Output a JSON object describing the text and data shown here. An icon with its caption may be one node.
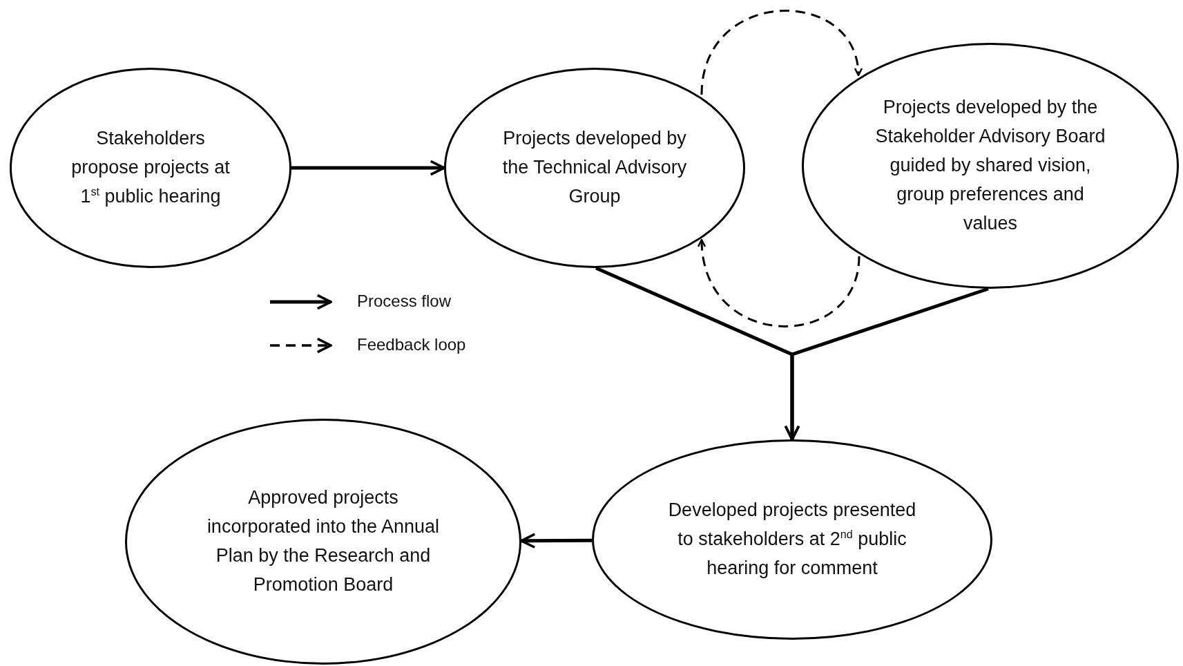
{
  "diagram": {
    "nodes": [
      {
        "text": [
          "Stakeholders propose projects at 1$^{st}$ public hearing"
        ]
      },
      {
        "text": [
          "Projects developed by  the Technical Advisory Group"
        ]
      },
      {
        "text": [
          "Projects developed by the Stakeholder Advisory Board guided by shared vision, group preferences and values"
        ]
      },
      {
        "text": [
          "Developed projects presented to stakeholders at 2$^{nd}$ public hearing for comment"
        ]
      },
      {
        "text": [
          "Approved projects incorporated into the Annual Plan by the Research and Promotion Board"
        ]
      }
    ],
    "edges": [
      {
        "from": 0,
        "to": 1,
        "arrow": "to"
      },
      {
        "from": 1,
        "to": 2,
        "arrow": "to",
        "style": "dashed"
      },
      {
        "from": 2,
        "to": 1,
        "arrow": "to",
        "style": "dashed"
      },
      {
        "from": 1,
        "to": 3,
        "arrow": "to"
      },
      {
        "from": 2,
        "to": 3,
        "arrow": "to"
      },
      {
        "from": 3,
        "to": 4,
        "arrow": "to"
      }
    ],
    "legend": [
      {
        "text": "Process flow"
      },
      {
        "text": "Feedback loop"
      }
    ]
  }
}
